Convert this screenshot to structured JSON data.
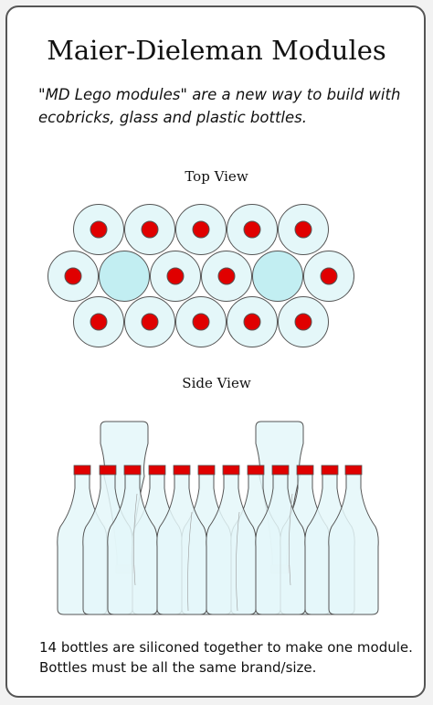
{
  "title": "Maier-Dieleman Modules",
  "subtitle": "\"MD Lego modules\" are a new way to build with ecobricks, glass and plastic bottles.",
  "top_view_label": "Top View",
  "side_view_label": "Side View",
  "caption": "14 bottles are siliconed together to make one module.  Bottles must be all the same brand/size.",
  "colors": {
    "bottle_fill": "#e4f7f9",
    "inner_fill": "#c2eef2",
    "cap": "#e00000",
    "outline": "#555555",
    "silicone": "#cccccc"
  },
  "top_view": {
    "rows": [
      [
        "bottle",
        "bottle",
        "bottle",
        "bottle",
        "bottle"
      ],
      [
        "bottle",
        "inner",
        "bottle",
        "bottle",
        "inner",
        "bottle"
      ],
      [
        "bottle",
        "bottle",
        "bottle",
        "bottle",
        "bottle"
      ]
    ]
  },
  "side_view": {
    "upright_bottles": 12,
    "inverted_bottles": 2
  }
}
